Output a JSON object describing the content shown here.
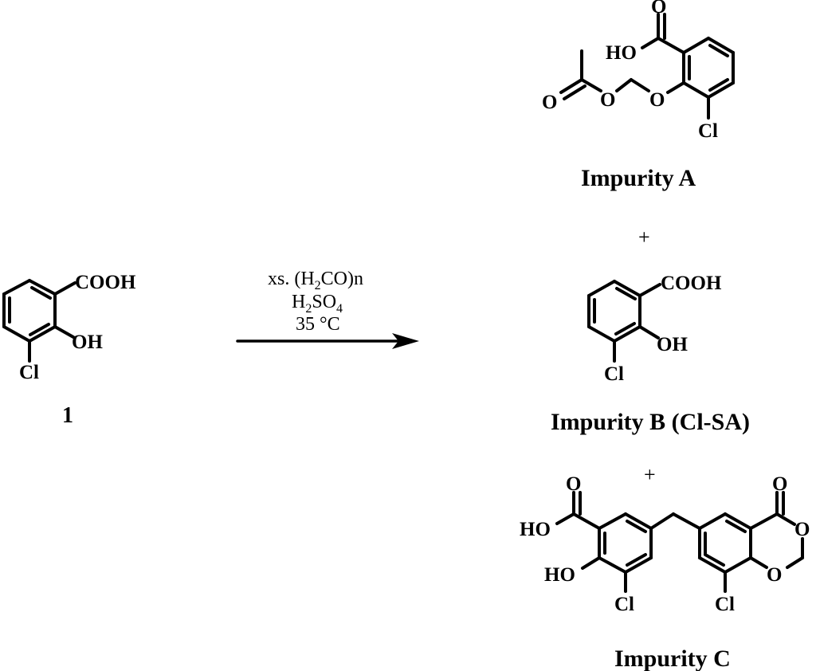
{
  "starting_material": {
    "label": "1",
    "substituents": {
      "acid": "COOH",
      "hydroxyl": "OH",
      "chloro": "Cl"
    }
  },
  "conditions": {
    "line1_prefix": "xs. (H",
    "line1_sub": "2",
    "line1_suffix": "CO)n",
    "line2_h": "H",
    "line2_h_sub": "2",
    "line2_so": "SO",
    "line2_so_sub": "4",
    "line3": "35 °C"
  },
  "products": [
    {
      "name": "Impurity A",
      "atoms": {
        "acid_o": "O",
        "acid_ho": "HO",
        "ester_o": "O",
        "ether_o1": "O",
        "ether_o2": "O",
        "chloro": "Cl"
      }
    },
    {
      "name": "Impurity B (Cl-SA)",
      "atoms": {
        "acid": "COOH",
        "hydroxyl": "OH",
        "chloro": "Cl"
      }
    },
    {
      "name": "Impurity C",
      "atoms": {
        "acid_o": "O",
        "acid_ho": "HO",
        "hydroxyl": "HO",
        "chloro_left": "Cl",
        "lactone_o": "O",
        "ring_o1": "O",
        "ring_o2": "O",
        "chloro_right": "Cl"
      }
    }
  ],
  "plus_sign": "+"
}
